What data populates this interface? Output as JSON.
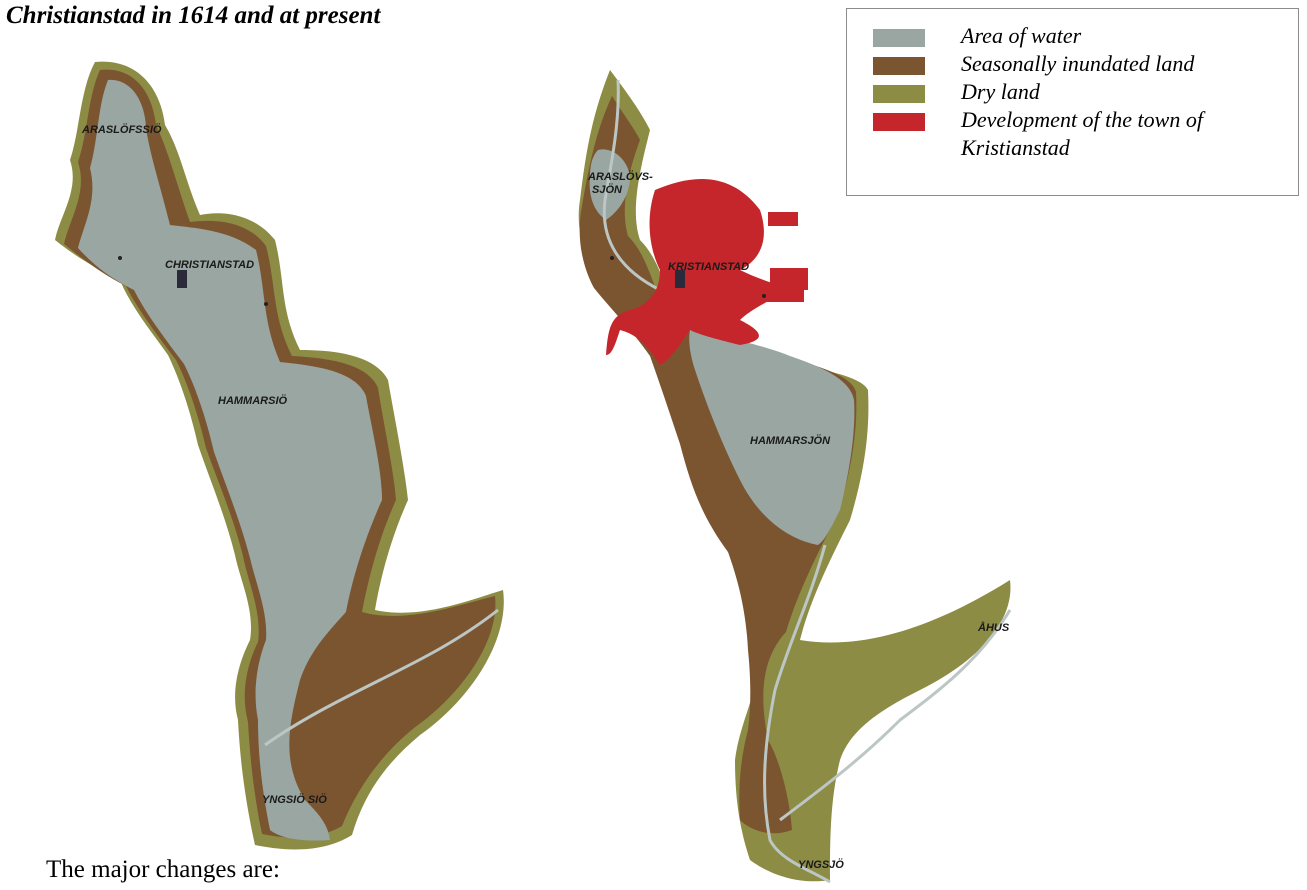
{
  "title": "Christianstad in 1614 and at present",
  "footer_text": "The major changes are:",
  "legend": [
    {
      "label": "Area of water",
      "color": "#9aa6a2"
    },
    {
      "label": "Seasonally inundated land",
      "color": "#7b5530"
    },
    {
      "label": "Dry land",
      "color": "#8d8c45"
    },
    {
      "label": "Development of the town of",
      "label2": "Kristianstad",
      "color": "#c4262b"
    }
  ],
  "maps": {
    "historic": {
      "labels": [
        "ARASLÖFSSIÖ",
        "CHRISTIANSTAD",
        "HAMMARSIÖ",
        "YNGSIÖ SIÖ"
      ]
    },
    "present": {
      "labels": [
        "ARASLÖVS-",
        "SJÖN",
        "KRISTIANSTAD",
        "HAMMARSJÖN",
        "ÅHUS",
        "YNGSJÖ"
      ]
    }
  },
  "colors": {
    "water": "#9aa6a2",
    "inundated": "#7b5530",
    "dry": "#8d8c45",
    "development": "#c4262b",
    "river": "#bcc6c4"
  }
}
